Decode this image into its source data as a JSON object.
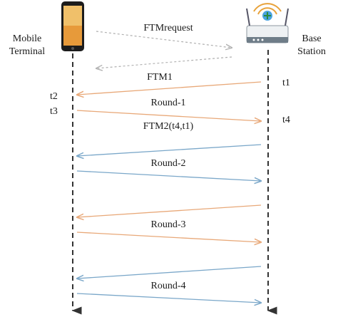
{
  "actors": {
    "left": {
      "line1": "Mobile",
      "line2": "Terminal"
    },
    "right": {
      "line1": "Base",
      "line2": "Station"
    }
  },
  "messages": {
    "ftm_request": "FTMrequest",
    "ftm1": "FTM1",
    "round1": "Round-1",
    "ftm2": "FTM2(t4,t1)",
    "round2": "Round-2",
    "round3": "Round-3",
    "round4": "Round-4"
  },
  "timestamps": {
    "t1": "t1",
    "t2": "t2",
    "t3": "t3",
    "t4": "t4"
  },
  "colors": {
    "orange": "#e8a878",
    "blue": "#7aa7c9",
    "gray": "#9a9a9a",
    "lifeline": "#333333"
  },
  "icons": {
    "left": "smartphone-icon",
    "right": "wifi-router-icon"
  }
}
